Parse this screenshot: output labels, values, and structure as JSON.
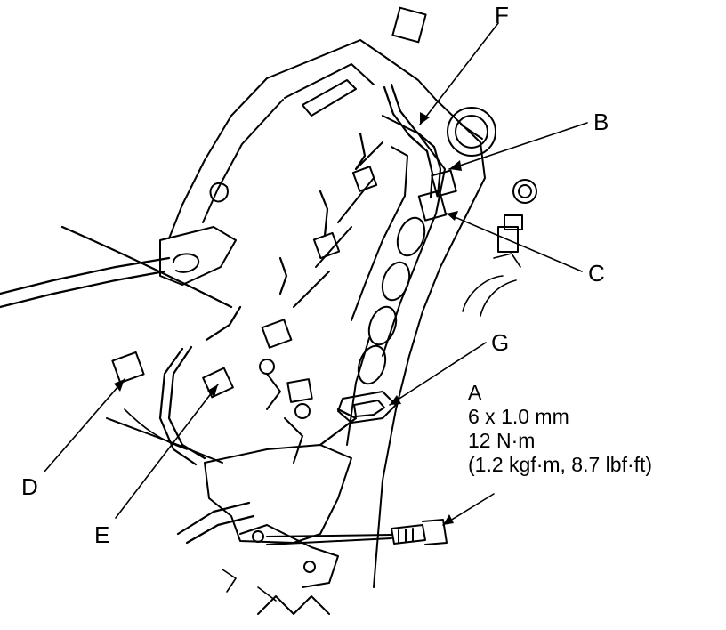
{
  "callouts": {
    "a": "A",
    "b": "B",
    "c": "C",
    "d": "D",
    "e": "E",
    "f": "F",
    "g": "G"
  },
  "spec": {
    "size": "6 x 1.0 mm",
    "torque_nm": "12 N·m",
    "torque_alt": "(1.2 kgf·m, 8.7 lbf·ft)"
  }
}
